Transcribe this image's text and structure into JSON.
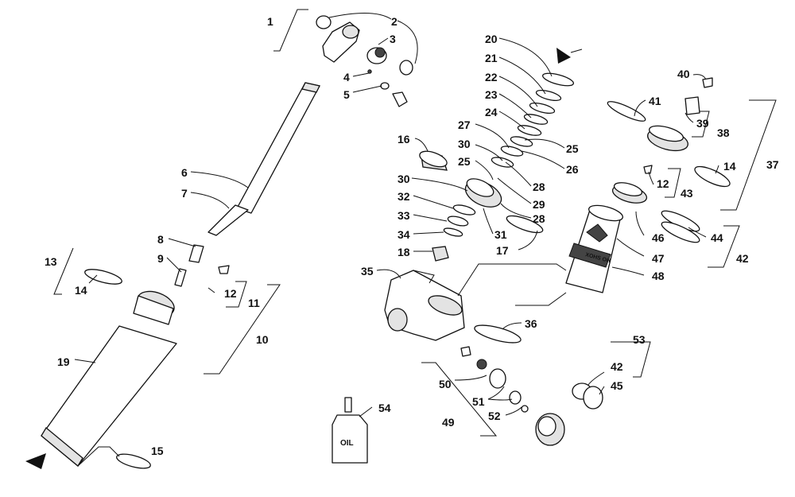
{
  "callouts": [
    "1",
    "2",
    "3",
    "4",
    "5",
    "6",
    "7",
    "8",
    "9",
    "10",
    "11",
    "12",
    "12",
    "13",
    "14",
    "14",
    "15",
    "16",
    "17",
    "18",
    "19",
    "20",
    "21",
    "22",
    "23",
    "24",
    "25",
    "25",
    "26",
    "27",
    "28",
    "28",
    "29",
    "30",
    "30",
    "31",
    "32",
    "33",
    "34",
    "35",
    "36",
    "37",
    "38",
    "39",
    "40",
    "41",
    "42",
    "42",
    "43",
    "44",
    "45",
    "46",
    "47",
    "48",
    "49",
    "50",
    "51",
    "52",
    "53",
    "54"
  ],
  "oil_label": "OIL",
  "brand_text": "XOHS OH",
  "colors": {
    "line": "#111111",
    "shade": "#e3e3e3",
    "background": "#ffffff"
  }
}
